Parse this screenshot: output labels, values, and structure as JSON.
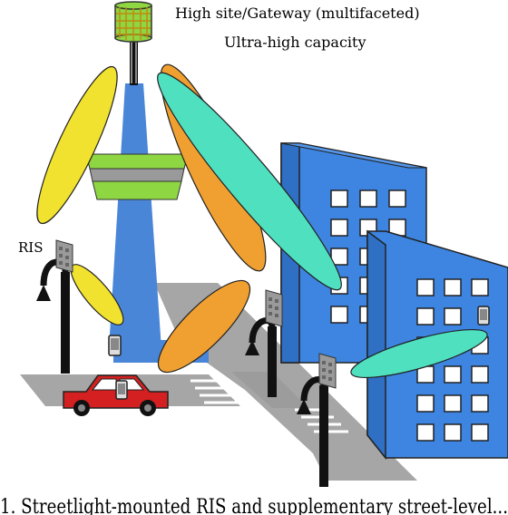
{
  "labels": {
    "title_line1": "High site/Gateway (multifaceted)",
    "title_line2": "Ultra-high capacity",
    "ris": "RIS",
    "caption": "1. Streetlight-mounted RIS and supplementary street-level..."
  },
  "colors": {
    "tower": "#4a86d8",
    "building": "#3d85e0",
    "window": "#ffffff",
    "beam_yellow": "#f2e230",
    "beam_orange": "#f0a030",
    "beam_teal": "#4fe0c0",
    "gateway_green": "#8ed642",
    "gateway_gray": "#9a9a9a",
    "car": "#d42020",
    "road": "#a0a0a0",
    "pole": "#111111"
  }
}
